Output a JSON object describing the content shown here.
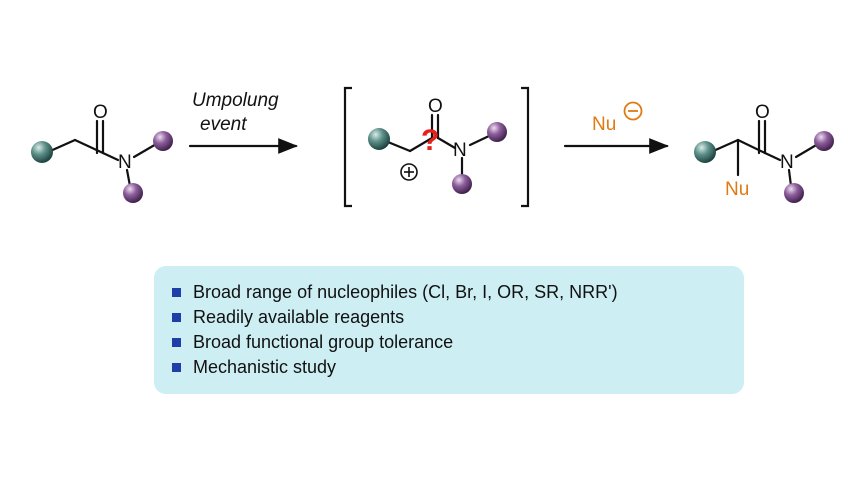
{
  "scheme": {
    "arrow1_label_line1": "Umpolung",
    "arrow1_label_line2": "event",
    "reagent_label": "Nu",
    "reagent_charge": "negative",
    "atoms": {
      "oxygen": "O",
      "nitrogen": "N",
      "nucleophile": "Nu"
    },
    "intermediate_question_mark": "?",
    "carbocation_charge": "positive",
    "colors": {
      "nucleophile": "#e07a12",
      "question_mark": "#e8201c",
      "teal_group": "#3b6b66",
      "purple_group": "#6b3f7a",
      "bullet": "#1f3fa8",
      "panel": "#cdeef3"
    }
  },
  "features": [
    "Broad range of nucleophiles (Cl, Br, I, OR, SR, NRR')",
    "Readily available reagents",
    "Broad functional group tolerance",
    "Mechanistic study"
  ]
}
